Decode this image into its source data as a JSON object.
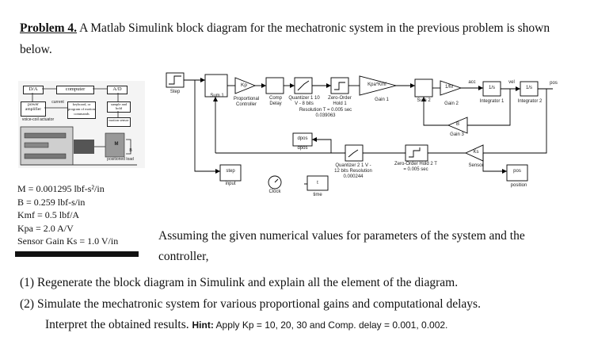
{
  "problem": {
    "label": "Problem 4.",
    "intro_rest": " A Matlab Simulink block diagram for the mechatronic system in the previous problem is shown below."
  },
  "figure": {
    "labels": {
      "da": "D/A",
      "computer": "computer",
      "ad": "A/D",
      "power_amp": "power amplifier",
      "current": "current",
      "keyboard": "keyboard, or program of motion commands",
      "sample_hold": "sample and hold",
      "vc_actuator": "voice-coil actuator",
      "motion_sensor": "motion sensor",
      "mass": "M",
      "spring": "B",
      "positioned_load": "positioned load"
    }
  },
  "diagram": {
    "step_top": "Step",
    "sum1": "Sum 1",
    "kp": "Kp",
    "prop_ctrl": "Proportional Controller",
    "comp_delay": "Comp Delay",
    "quantizer1": "Quantizer 1 10 V - 8 bits",
    "zoh1": "Zero-Order Hold 1",
    "resolution1": "Resolution T = 0.005 sec 0.039063",
    "kpa_kmf": "Kpa*Kmf",
    "gain1": "Gain 1",
    "sum2": "Sum 2",
    "inv_m": "1/M",
    "gain2": "Gain 2",
    "acc": "acc",
    "integ": "1/s",
    "integrator1": "Integrator 1",
    "vel": "vel",
    "integrator2": "Integrator 2",
    "pos_top": "pos",
    "b_gain": "B",
    "gain3": "Gain 3",
    "ks": "Ks",
    "sensor": "Sensor",
    "dpos1": "dpos",
    "dpos2": "dpos",
    "quantizer2": "Quantizer 2 1 V - 12 bits Resolution 0.000244",
    "zoh2": "Zero-Order Hold 2 T = 0.005 sec",
    "step_scope": "step",
    "input": "input",
    "clock": "Clock",
    "t": "t",
    "time": "time",
    "pos_scope": "pos",
    "position": "position"
  },
  "params": {
    "M": "M = 0.001295 lbf-s²/in",
    "B": "B = 0.259 lbf-s/in",
    "Kmf": "Kmf = 0.5 lbf/A",
    "Kpa": "Kpa = 2.0 A/V",
    "sensor_gain": "Sensor Gain Ks = 1.0 V/in"
  },
  "assumption": "Assuming the given numerical values for parameters of the system and the controller,",
  "tasks": {
    "t1": "(1)  Regenerate the block diagram in Simulink and explain all the element of the diagram.",
    "t2": "(2)  Simulate the mechatronic system for various proportional gains and computational delays.",
    "t3_text": "Interpret the obtained results. ",
    "hint_label": "Hint:",
    "hint_body": " Apply Kp = 10, 20, 30 and Comp. delay = 0.001, 0.002."
  }
}
